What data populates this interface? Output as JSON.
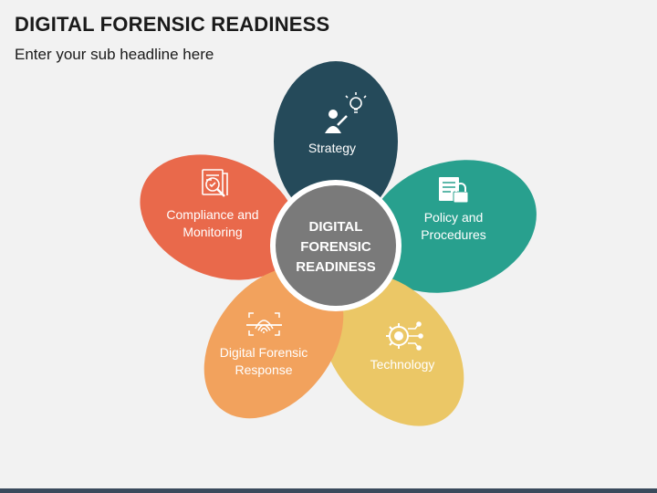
{
  "header": {
    "title": "DIGITAL FORENSIC READINESS",
    "subtitle": "Enter your sub headline here"
  },
  "center": {
    "line1": "DIGITAL",
    "line2": "FORENSIC",
    "line3": "READINESS",
    "color": "#7a7a7a"
  },
  "petals": [
    {
      "id": "strategy",
      "line1": "Strategy",
      "line2": "",
      "color": "#254a5a",
      "icon": "person-idea-icon"
    },
    {
      "id": "policy",
      "line1": "Policy and",
      "line2": "Procedures",
      "color": "#28a08e",
      "icon": "document-lock-icon"
    },
    {
      "id": "technology",
      "line1": "Technology",
      "line2": "",
      "color": "#ebc766",
      "icon": "gear-circuit-icon"
    },
    {
      "id": "response",
      "line1": "Digital Forensic",
      "line2": "Response",
      "color": "#f2a25d",
      "icon": "fingerprint-scan-icon"
    },
    {
      "id": "compliance",
      "line1": "Compliance and",
      "line2": "Monitoring",
      "color": "#e9694b",
      "icon": "document-search-icon"
    }
  ]
}
